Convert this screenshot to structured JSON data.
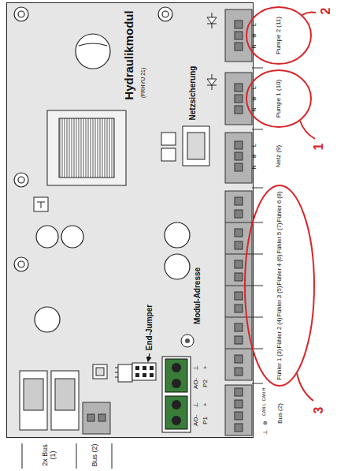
{
  "diagram": {
    "nodes": [
      {
        "text": [
          "Hydraulikmodul",
          "(FRHYU 21)"
        ]
      },
      {
        "text": [
          "Pumpe 2 (11)"
        ]
      },
      {
        "text": [
          "Pumpe 1 (10)"
        ]
      },
      {
        "text": [
          "Fühler 6 (8)",
          "Fühler 5 (7)",
          "Fühler 4 (6)",
          "Fühler 3 (5)",
          "Fühler 2 (4)",
          "Fühler 1 (3)"
        ]
      }
    ],
    "labels": [
      "Netzsicherung",
      "Modul-Adresse",
      "End-Jumper",
      "+",
      "P2",
      "⊥",
      "AO-",
      "+",
      "P1",
      "⊥",
      "AO-",
      "L",
      "⊕",
      "N",
      "L",
      "⊕",
      "N",
      "Netz (9)",
      "L",
      "⊕",
      "N",
      "Bus (2)",
      "CAN H",
      "CAN L",
      "⊕",
      "⊥",
      "2x Bus (1)",
      "Bus (2)",
      "1",
      "2",
      "3"
    ]
  }
}
